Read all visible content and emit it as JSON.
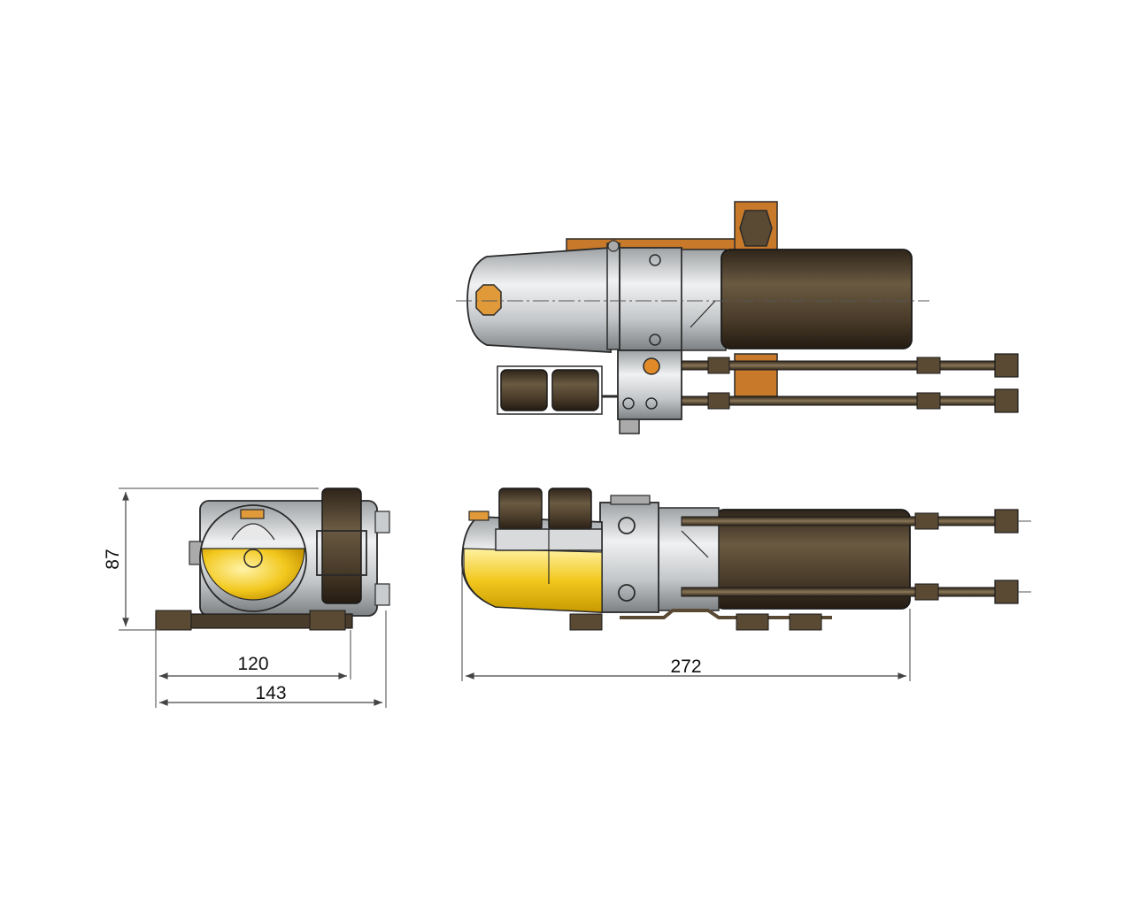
{
  "dimensions": {
    "height": "87",
    "width_inner": "120",
    "width_outer": "143",
    "length": "272"
  },
  "colors": {
    "steel": "#c9ccce",
    "steel_dark": "#8e9294",
    "motor": "#4a3c2a",
    "motor_dark": "#2e2419",
    "bracket": "#c87a2a",
    "oil": "#f2c81e",
    "oil_dark": "#d4a400",
    "outline": "#2a2a2a",
    "dim_line": "#444444"
  }
}
